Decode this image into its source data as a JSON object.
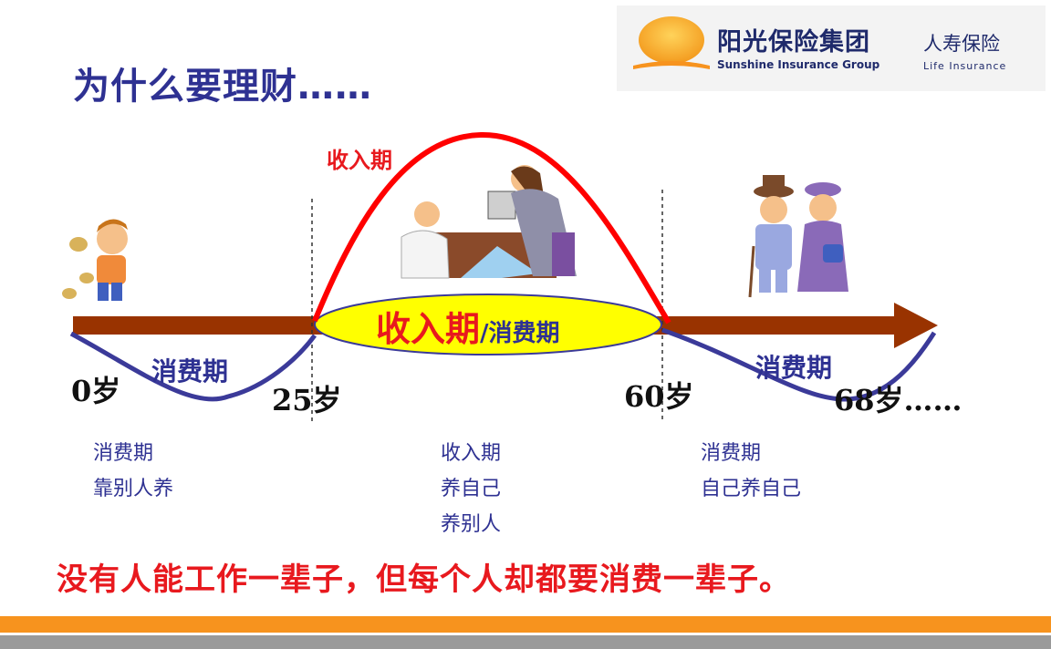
{
  "title": "为什么要理财……",
  "logo": {
    "name_cn": "阳光保险集团",
    "name_en": "Sunshine Insurance Group",
    "sub_cn": "人寿保险",
    "sub_en": "Life Insurance"
  },
  "diagram": {
    "income_label_top": "收入期",
    "center_income": "收入期",
    "center_consume": "/消费期",
    "phase_left": "消费期",
    "phase_right": "消费期",
    "ages": [
      "0岁",
      "25岁",
      "60岁",
      "68岁……"
    ]
  },
  "descriptions": [
    {
      "line1": "消费期",
      "line2": "靠别人养"
    },
    {
      "line1": "收入期",
      "line2": "养自己",
      "line3": "养别人"
    },
    {
      "line1": "消费期",
      "line2": "自己养自己"
    }
  ],
  "slogan": "没有人能工作一辈子，但每个人却都要消费一辈子。",
  "colors": {
    "title_blue": "#2e3192",
    "red": "#e8191e",
    "arrow_brown": "#993300",
    "curve_blue": "#3b3a99",
    "ellipse_yellow": "#ffff00",
    "stripe_orange": "#f7931e",
    "stripe_gray": "#9a9a9a"
  }
}
